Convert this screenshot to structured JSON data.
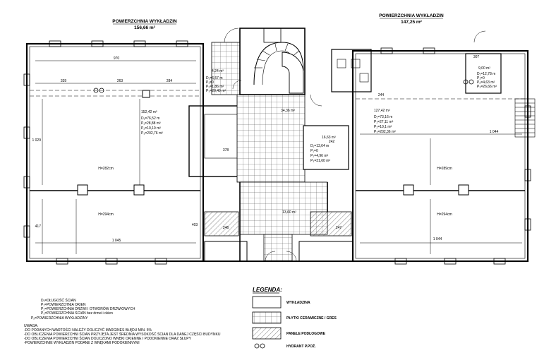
{
  "titles": {
    "left_title": "POWIERZCHNIA WYKŁADZIN",
    "left_area": "156,66 m²",
    "right_title": "POWIERZCHNIA WYKŁADZIN",
    "right_area": "147,25 m²"
  },
  "dimensions": {
    "top_left": "970",
    "left_bay_a": "339",
    "left_bay_b": "263",
    "left_bay_c": "284",
    "left_width": "1 045",
    "left_depth_1": "1 029",
    "left_depth_2": "417",
    "left_h1": "H=282cm",
    "left_h2": "H=294cm",
    "right_width": "1 044",
    "right_bay_a": "244",
    "right_bay_b": "307",
    "right_depth": "1 044",
    "right_h1": "H=289cm",
    "right_h2": "H=294cm",
    "mid_a": "378",
    "mid_b": "242",
    "mid_c": "246",
    "mid_d": "247",
    "mid_e": "403",
    "corr_a": "34,36 m²",
    "corr_b": "13,60 m²",
    "room_small_a": "4,24 m²",
    "room_small_b": "9,00 m²",
    "room_mid": "16,63 m²"
  },
  "rooms": {
    "left_main": {
      "area": "152,42 m²",
      "d": "D₁=76,52 m",
      "p1": "P₁=28,88 m²",
      "p2": "P₂=10,10 m²",
      "p3": "P₃=202,76 m²"
    },
    "left_small": {
      "d": "D₁=6,57 m",
      "p1": "P₁=0",
      "p2": "P₂=1,86 m²",
      "p3": "P₃=20,49 m²"
    },
    "right_main": {
      "area": "127,42 m²",
      "d": "D₁=73,16 m",
      "p1": "P₁=27,11 m²",
      "p2": "P₂=10,1 m²",
      "p3": "P₃=202,36 m²"
    },
    "right_small": {
      "d": "D₁=12,78 m",
      "p1": "P₁=0",
      "p2": "P₂=4,63 m²",
      "p3": "P₃=26,66 m²"
    },
    "center": {
      "d": "D₁=13,64 m",
      "p1": "P₁=0",
      "p2": "P₂=4,96 m²",
      "p3": "P₃=31,60 m²"
    }
  },
  "notes": {
    "l1": "D₁=DŁUGOŚĆ ŚCIAN",
    "l2": "P₁=POWIERZCHNIA OKIEN",
    "l3": "P₂=POWIERZCHNIA DRZWI I OTWORÓW DRZWIOWYCH",
    "l4": "P₃=POWIERZCHNIA ŚCIAN bez drzwi i okien",
    "l5": "Pₓ=POWIERZCHNIA WYKŁADZINY",
    "uwaga": "UWAGA:",
    "u1": "-DO PODANYCH WARTOŚCI NALEŻY DOLICZYĆ MARGINES BŁĘDU MIN. 5%",
    "u2": "-DO OBLICZENIA POWIERZCHNI ŚCIAN PRZYJĘTA JEST ŚREDNIA WYSOKOŚĆ ŚCIAN DLA DANEJ CZĘŚCI BUDYNKU",
    "u3": "-DO OBLICZENIA POWIERZCHNI ŚCIAN DOLICZONO WNĘKI OKIENNE I PODOKIENNE ORAZ SŁUPY",
    "u4": "-POWIERZCHNIE WYKŁADZIN PODANE Z WNĘKAMI PODOKIENNYMI"
  },
  "legend": {
    "title": "LEGENDA:",
    "item1": "WYKŁADZINA",
    "item2": "PŁYTKI CERAMICZNE / GRES",
    "item3": "PANELE PODŁOGOWE",
    "item4": "HYDRANT P.POŻ."
  }
}
